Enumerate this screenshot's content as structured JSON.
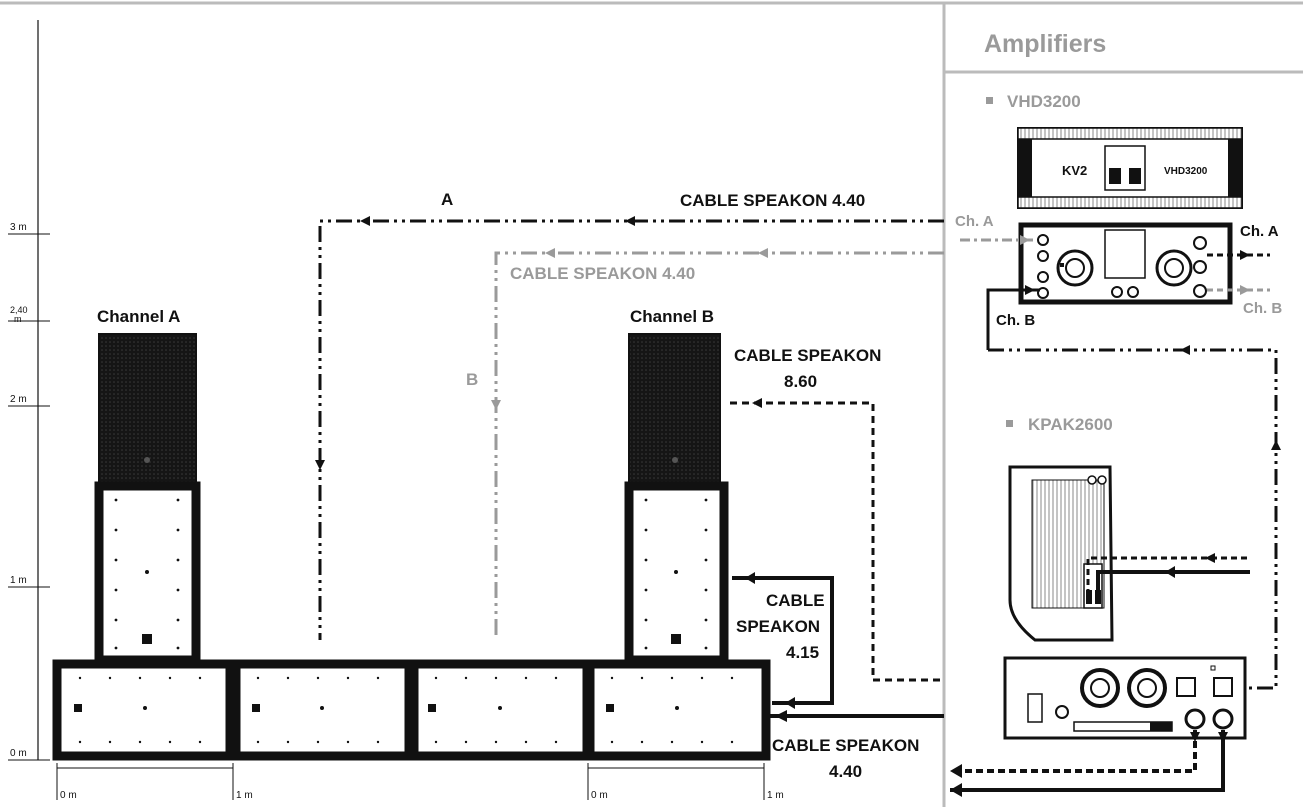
{
  "panel": {
    "title": "Amplifiers",
    "amp1": "VHD3200",
    "amp2": "KPAK2600",
    "front_logo": "KV2",
    "front_model": "VHD3200"
  },
  "scale_labels": [
    "3 m",
    "2,40 m",
    "2 m",
    "1 m",
    "0 m"
  ],
  "bottom_scale": [
    "0 m",
    "1 m",
    "0 m",
    "1 m"
  ],
  "speakers": {
    "channel_a": "Channel A",
    "channel_b": "Channel B"
  },
  "cables": {
    "label_a": "A",
    "label_b": "B",
    "cable_a": "CABLE SPEAKON 4.40",
    "cable_b": "CABLE SPEAKON 4.40",
    "cable_860_line1": "CABLE SPEAKON",
    "cable_860_line2": "8.60",
    "cable_415_line1": "CABLE",
    "cable_415_line2": "SPEAKON",
    "cable_415_line3": "4.15",
    "cable_bottom_line1": "CABLE SPEAKON",
    "cable_bottom_line2": "4.40"
  },
  "amp_io": {
    "in_a": "Ch. A",
    "out_a": "Ch. A",
    "in_b": "Ch. B",
    "out_b": "Ch. B"
  },
  "colors": {
    "ink": "#111111",
    "grey": "#9a9a9a",
    "divider": "#bbbbbb"
  }
}
